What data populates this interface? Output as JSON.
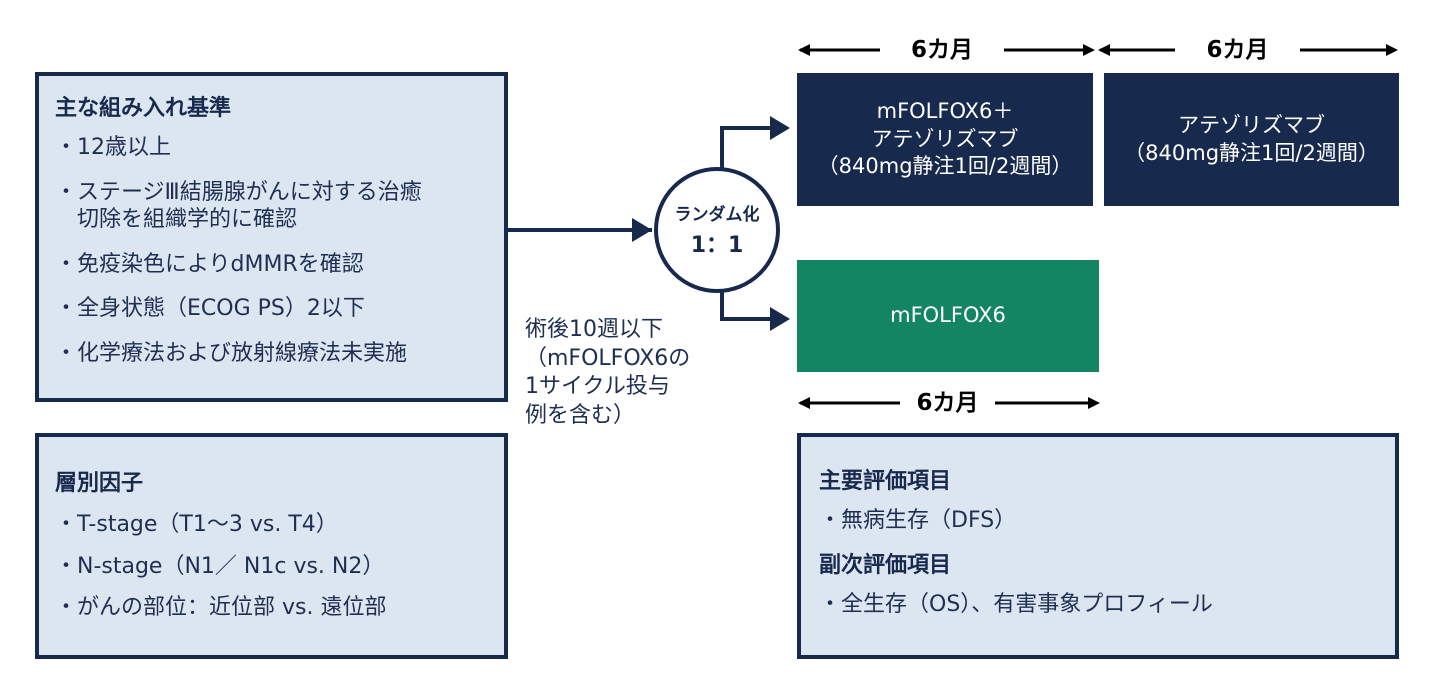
{
  "inclusion": {
    "title": "主な組み入れ基準",
    "bullet": "・",
    "items": [
      "12歳以上",
      "ステージⅢ結腸腺がんに対する治癒",
      "切除を組織学的に確認",
      "免疫染色によりdMMRを確認",
      "全身状態（ECOG PS）2以下",
      "化学療法および放射線療法未実施"
    ]
  },
  "stratification": {
    "title": "層別因子",
    "bullet": "・",
    "items": [
      "T-stage（T1〜3 vs. T4）",
      "N-stage（N1／ N1c vs. N2）",
      "がんの部位：近位部 vs. 遠位部"
    ]
  },
  "randomization": {
    "label": "ランダム化",
    "ratio": "1：1"
  },
  "enrollment_note": {
    "lines": [
      "術後10週以下",
      "（mFOLFOX6の",
      "1サイクル投与",
      "例を含む）"
    ]
  },
  "arms": {
    "experimental_phase1": {
      "lines": [
        "mFOLFOX6＋",
        "アテゾリズマブ",
        "（840mg静注1回/2週間）"
      ],
      "color": "#17294d"
    },
    "experimental_phase2": {
      "lines": [
        "アテゾリズマブ",
        "（840mg静注1回/2週間）"
      ],
      "color": "#17294d"
    },
    "control": {
      "lines": [
        "mFOLFOX6"
      ],
      "color": "#148562"
    }
  },
  "durations": {
    "top_left": "6カ月",
    "top_right": "6カ月",
    "bottom": "6カ月"
  },
  "endpoints": {
    "primary_title": "主要評価項目",
    "primary_items": [
      "無病生存（DFS）"
    ],
    "secondary_title": "副次評価項目",
    "secondary_items": [
      "全生存（OS）、有害事象プロフィール"
    ],
    "bullet": "・"
  }
}
